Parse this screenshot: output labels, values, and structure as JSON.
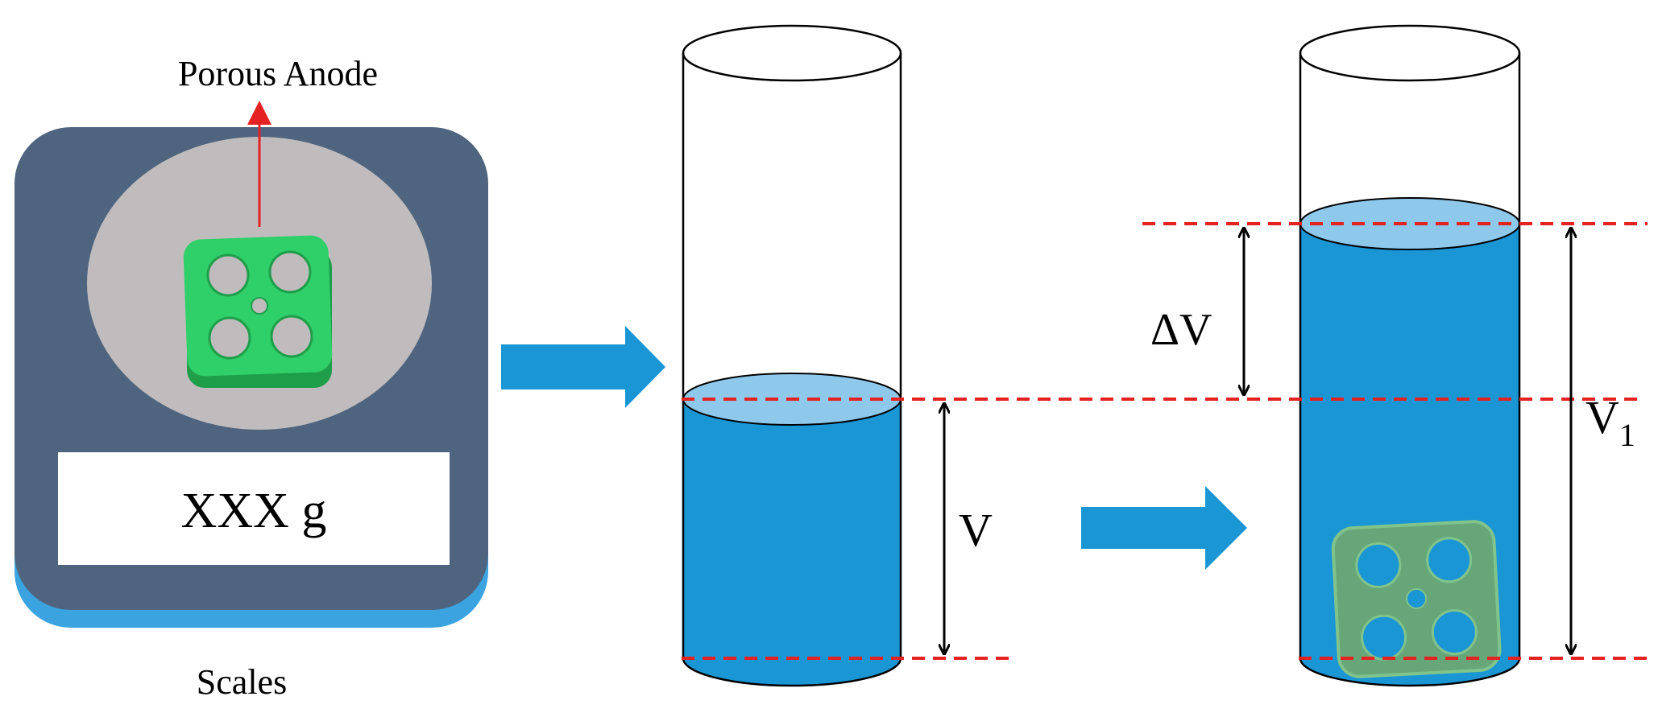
{
  "labels": {
    "porous_anode": "Porous Anode",
    "scale_reading": "XXX g",
    "scales": "Scales",
    "initial_volume": "V",
    "delta_volume": "ΔV",
    "final_volume_symbol": "V",
    "final_volume_subscript": "1"
  },
  "colors": {
    "scale_body": "#4f657f",
    "scale_base_rim": "#3aa3e0",
    "scale_plate": "#c0bcbd",
    "anode_green": "#2fcf6a",
    "anode_green_dark": "#1f9e4a",
    "water": "#1a96d4",
    "water_surface": "#8ec9ec",
    "process_arrow": "#1a96d4",
    "marker_line": "#e52222",
    "pointer_arrow": "#e52222"
  },
  "icons": {
    "process_arrows": "block-right-arrow",
    "dimension_arrows": "double-headed-arrow"
  }
}
